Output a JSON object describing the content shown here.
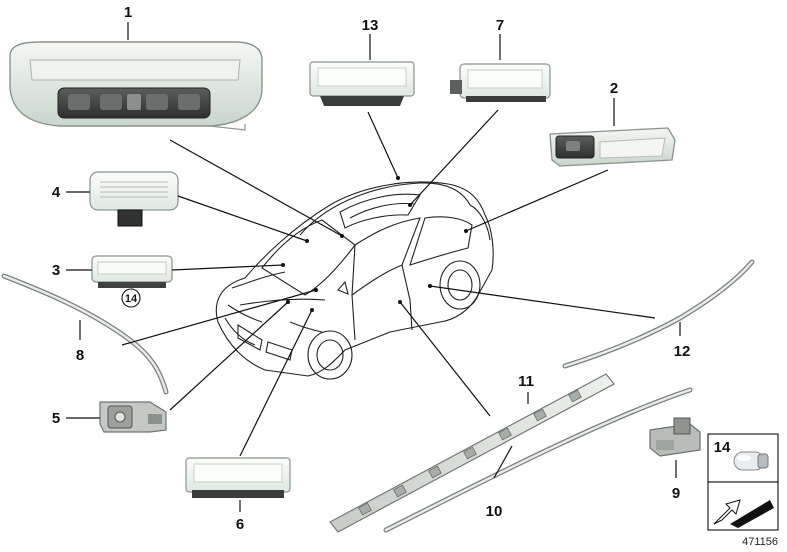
{
  "callouts": {
    "p1": "1",
    "p2": "2",
    "p3": "3",
    "p4": "4",
    "p5": "5",
    "p6": "6",
    "p7": "7",
    "p8": "8",
    "p9": "9",
    "p10": "10",
    "p11": "11",
    "p12": "12",
    "p13": "13"
  },
  "circled_ref": "14",
  "legend": {
    "bulb_number": "14"
  },
  "diagram_id": "471156"
}
